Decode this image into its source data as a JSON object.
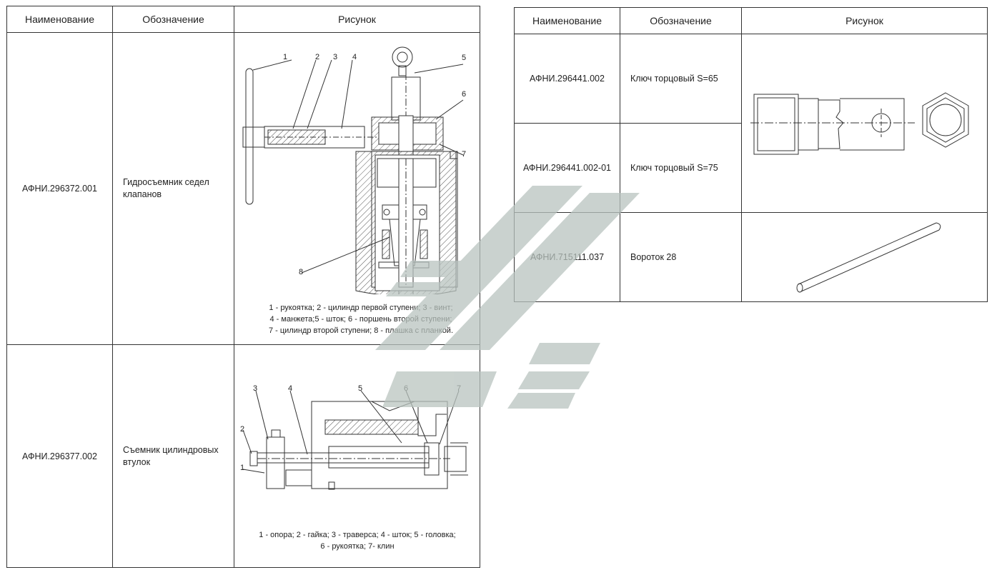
{
  "left_table": {
    "headers": [
      "Наименование",
      "Обозначение",
      "Рисунок"
    ],
    "rows": [
      {
        "designation": "АФНИ.296372.001",
        "name": "Гидросъемник седел клапанов",
        "caption": [
          "1 - рукоятка; 2 - цилиндр первой ступени; 3 - винт;",
          "4 - манжета;5 - шток;  6 - поршень второй ступени;",
          "7 - цилиндр второй ступени; 8 - плашка с планкой."
        ],
        "callouts": [
          "1",
          "2",
          "3",
          "4",
          "5",
          "6",
          "7",
          "8"
        ]
      },
      {
        "designation": "АФНИ.296377.002",
        "name": "Съемник цилиндровых втулок",
        "caption": [
          "1 - опора; 2 - гайка; 3 - траверса; 4 - шток; 5 - головка;",
          "6 - рукоятка;  7- клин"
        ],
        "callouts": [
          "1",
          "2",
          "3",
          "4",
          "5",
          "6",
          "7"
        ]
      }
    ]
  },
  "right_table": {
    "headers": [
      "Наименование",
      "Обозначение",
      "Рисунок"
    ],
    "rows": [
      {
        "designation": "АФНИ.296441.002",
        "name": "Ключ торцовый S=65"
      },
      {
        "designation": "АФНИ.296441.002-01",
        "name": "Ключ торцовый S=75"
      },
      {
        "designation": "АФНИ.715111.037",
        "name": "Вороток    28"
      }
    ]
  },
  "colors": {
    "border": "#333333",
    "watermark": "#b9c4bf"
  }
}
